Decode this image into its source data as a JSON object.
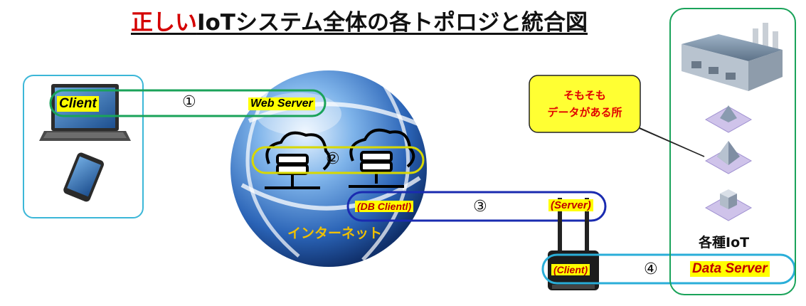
{
  "title_red": "正しい",
  "title_rest": "IoTシステム全体の各トポロジと統合図",
  "connections": [
    {
      "number": "①",
      "left_label": "Client",
      "right_label": "Web Server"
    },
    {
      "number": "②"
    },
    {
      "number": "③",
      "left_label": "(DB Clientl)",
      "right_label": "(Server)"
    },
    {
      "number": "④",
      "left_label": "(Client)",
      "right_label": "Data Server"
    }
  ],
  "internet_label": "インターネット",
  "callout_text_line1": "そもそも",
  "callout_text_line2": "データがある所",
  "iot_label": "各種IoT",
  "colors": {
    "client_box": "#3cb7d8",
    "link1": "#1aa35a",
    "link2": "#d8d800",
    "link3": "#1a2bb0",
    "link4": "#2aaed8",
    "iot_box": "#1aa35a",
    "callout_fill": "#ffff33",
    "callout_text": "#e00000",
    "internet_text": "#f0c000"
  }
}
